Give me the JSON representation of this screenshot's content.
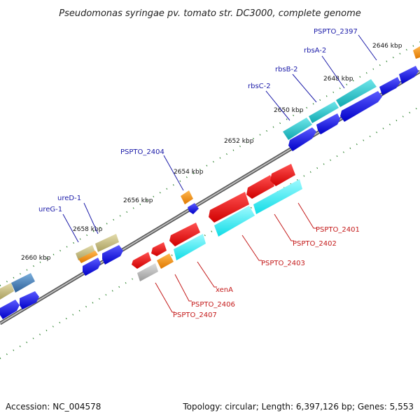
{
  "title": "Pseudomonas syringae pv. tomato str. DC3000, complete genome",
  "footer": {
    "accession": "Accession: NC_004578",
    "summary": "Topology: circular; Length: 6,397,126 bp; Genes: 5,553"
  },
  "ticks": [
    "2646 kbp",
    "2648 kbp",
    "2650 kbp",
    "2652 kbp",
    "2654 kbp",
    "2656 kbp",
    "2658 kbp",
    "2660 kbp"
  ],
  "gene_labels_forward": [
    "PSPTO_2397",
    "rbsA-2",
    "rbsB-2",
    "rbsC-2",
    "PSPTO_2404",
    "ureD-1",
    "ureG-1"
  ],
  "gene_labels_reverse": [
    "PSPTO_2401",
    "PSPTO_2402",
    "PSPTO_2403",
    "xenA",
    "PSPTO_2406",
    "PSPTO_2407"
  ],
  "colors": {
    "backbone": "#777777",
    "forward_cds": "#1010e0",
    "reverse_cds": "#e01010",
    "teal": "#20c0c8",
    "cyan": "#20e8f0",
    "orange": "#f08a10",
    "khaki": "#c8c080",
    "steel": "#4a80b8",
    "grey": "#b8b8b8",
    "tick": "#1e7a1e"
  }
}
